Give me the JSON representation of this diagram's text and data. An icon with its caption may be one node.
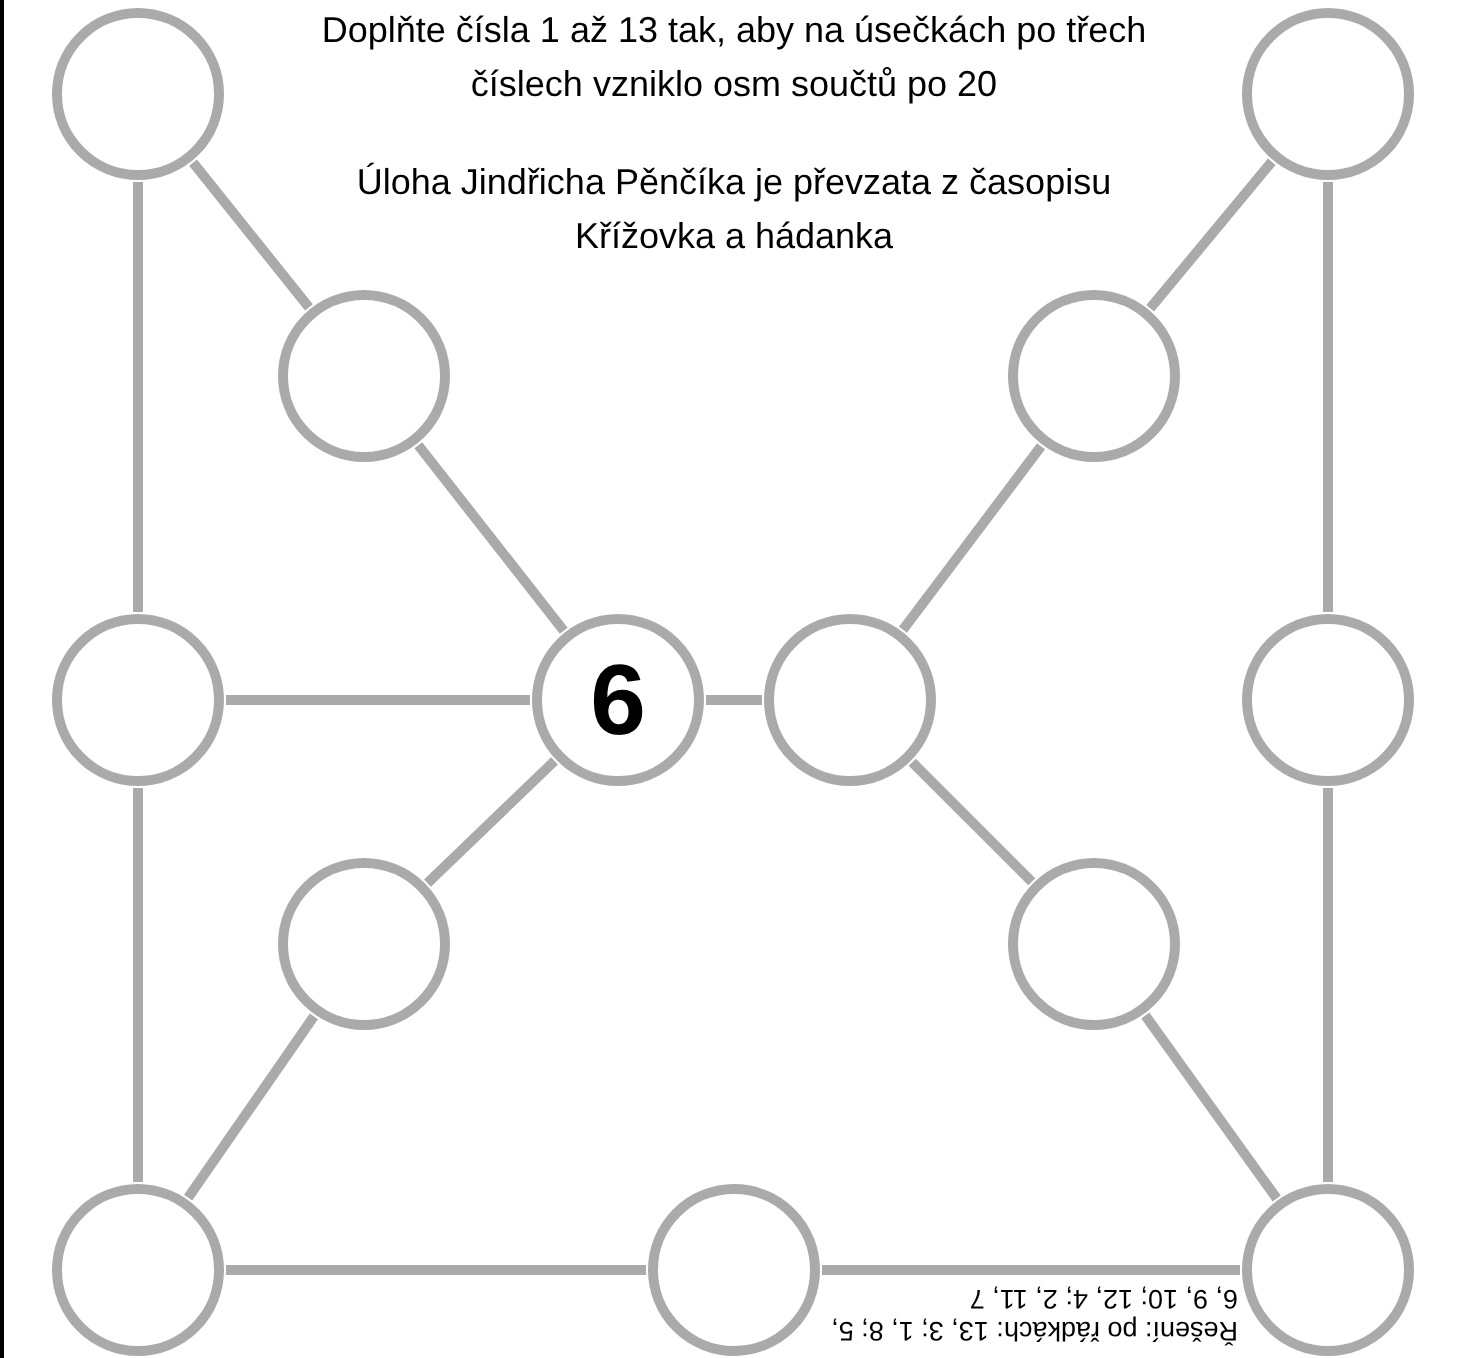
{
  "diagram": {
    "nodes": [
      {
        "text": [],
        "shape": "circle"
      },
      {
        "text": [],
        "shape": "circle"
      },
      {
        "text": [],
        "shape": "circle"
      },
      {
        "text": [],
        "shape": "circle"
      },
      {
        "text": [],
        "shape": "circle"
      },
      {
        "text": [
          "6"
        ]
      },
      {
        "text": [],
        "shape": "circle"
      },
      {
        "text": [],
        "shape": "circle"
      },
      {
        "text": [],
        "shape": "circle"
      },
      {
        "text": [],
        "shape": "circle"
      },
      {
        "text": [],
        "shape": "circle"
      },
      {
        "text": [],
        "shape": "circle"
      },
      {
        "text": [],
        "shape": "circle"
      }
    ],
    "edges": [
      {
        "from": 0,
        "to": 4,
        "arrow": "none"
      },
      {
        "from": 4,
        "to": 10,
        "arrow": "none"
      },
      {
        "from": 0,
        "to": 2,
        "arrow": "none"
      },
      {
        "from": 2,
        "to": 5,
        "arrow": "none"
      },
      {
        "from": 4,
        "to": 5,
        "arrow": "none"
      },
      {
        "from": 5,
        "to": 6,
        "arrow": "none"
      },
      {
        "from": 5,
        "to": 8,
        "arrow": "none"
      },
      {
        "from": 8,
        "to": 10,
        "arrow": "none"
      },
      {
        "from": 10,
        "to": 11,
        "arrow": "none"
      },
      {
        "from": 11,
        "to": 12,
        "arrow": "none"
      },
      {
        "from": 1,
        "to": 3,
        "arrow": "none"
      },
      {
        "from": 3,
        "to": 6,
        "arrow": "none"
      },
      {
        "from": 1,
        "to": 7,
        "arrow": "none"
      },
      {
        "from": 7,
        "to": 12,
        "arrow": "none"
      },
      {
        "from": 6,
        "to": 9,
        "arrow": "none"
      },
      {
        "from": 9,
        "to": 12,
        "arrow": "none"
      }
    ],
    "labels": [
      "Doplňte čísla 1 až 13 tak, aby na úsečkách po třech číslech vzniklo osm součtů po 20",
      "Úloha Jindřicha Pěnčíka je převzata z časopisu Křížovka a hádanka",
      "Řešení: po řádkách: 13, 3; 1, 8; 5, 6, 9, 10; 12, 4; 2, 11, 7"
    ]
  }
}
